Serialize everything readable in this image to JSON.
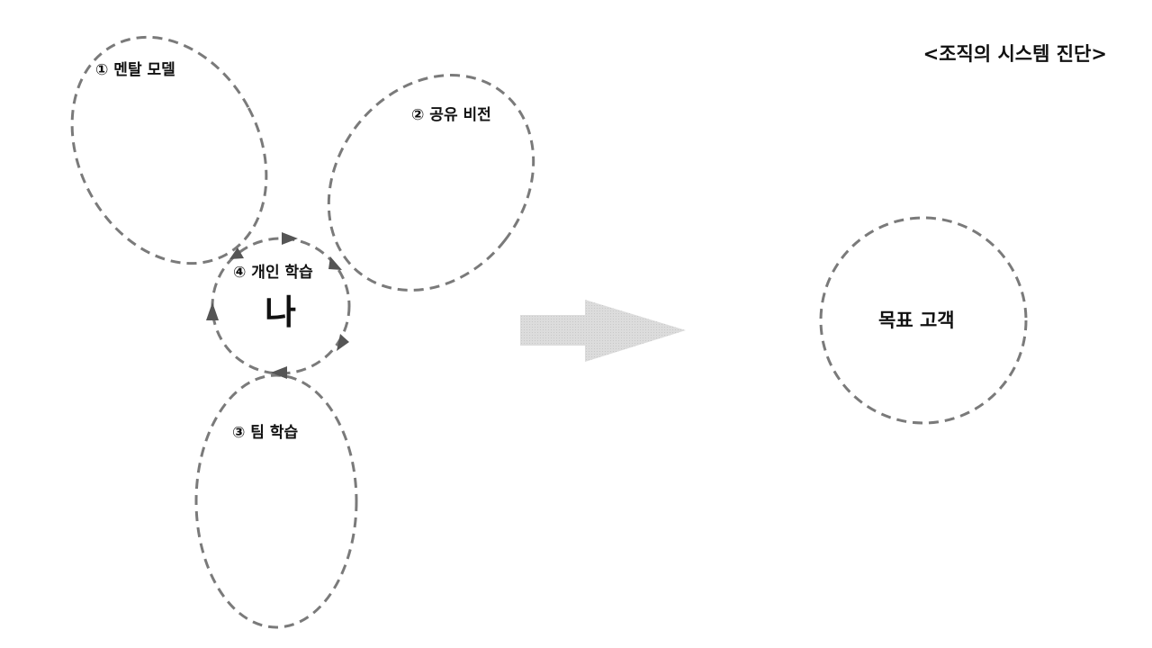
{
  "title": "<조직의 시스템 진단>",
  "circles": {
    "mental_model": "① 멘탈 모델",
    "shared_vision": "② 공유 비전",
    "team_learning": "③ 팀 학습",
    "personal_learning": "④ 개인 학습",
    "center": "나"
  },
  "target": {
    "label": "목표 고객"
  },
  "colors": {
    "dashed_stroke": "#7a7a7a",
    "arrowhead": "#555555",
    "big_arrow": "#d9d9d9",
    "text": "#111111"
  }
}
